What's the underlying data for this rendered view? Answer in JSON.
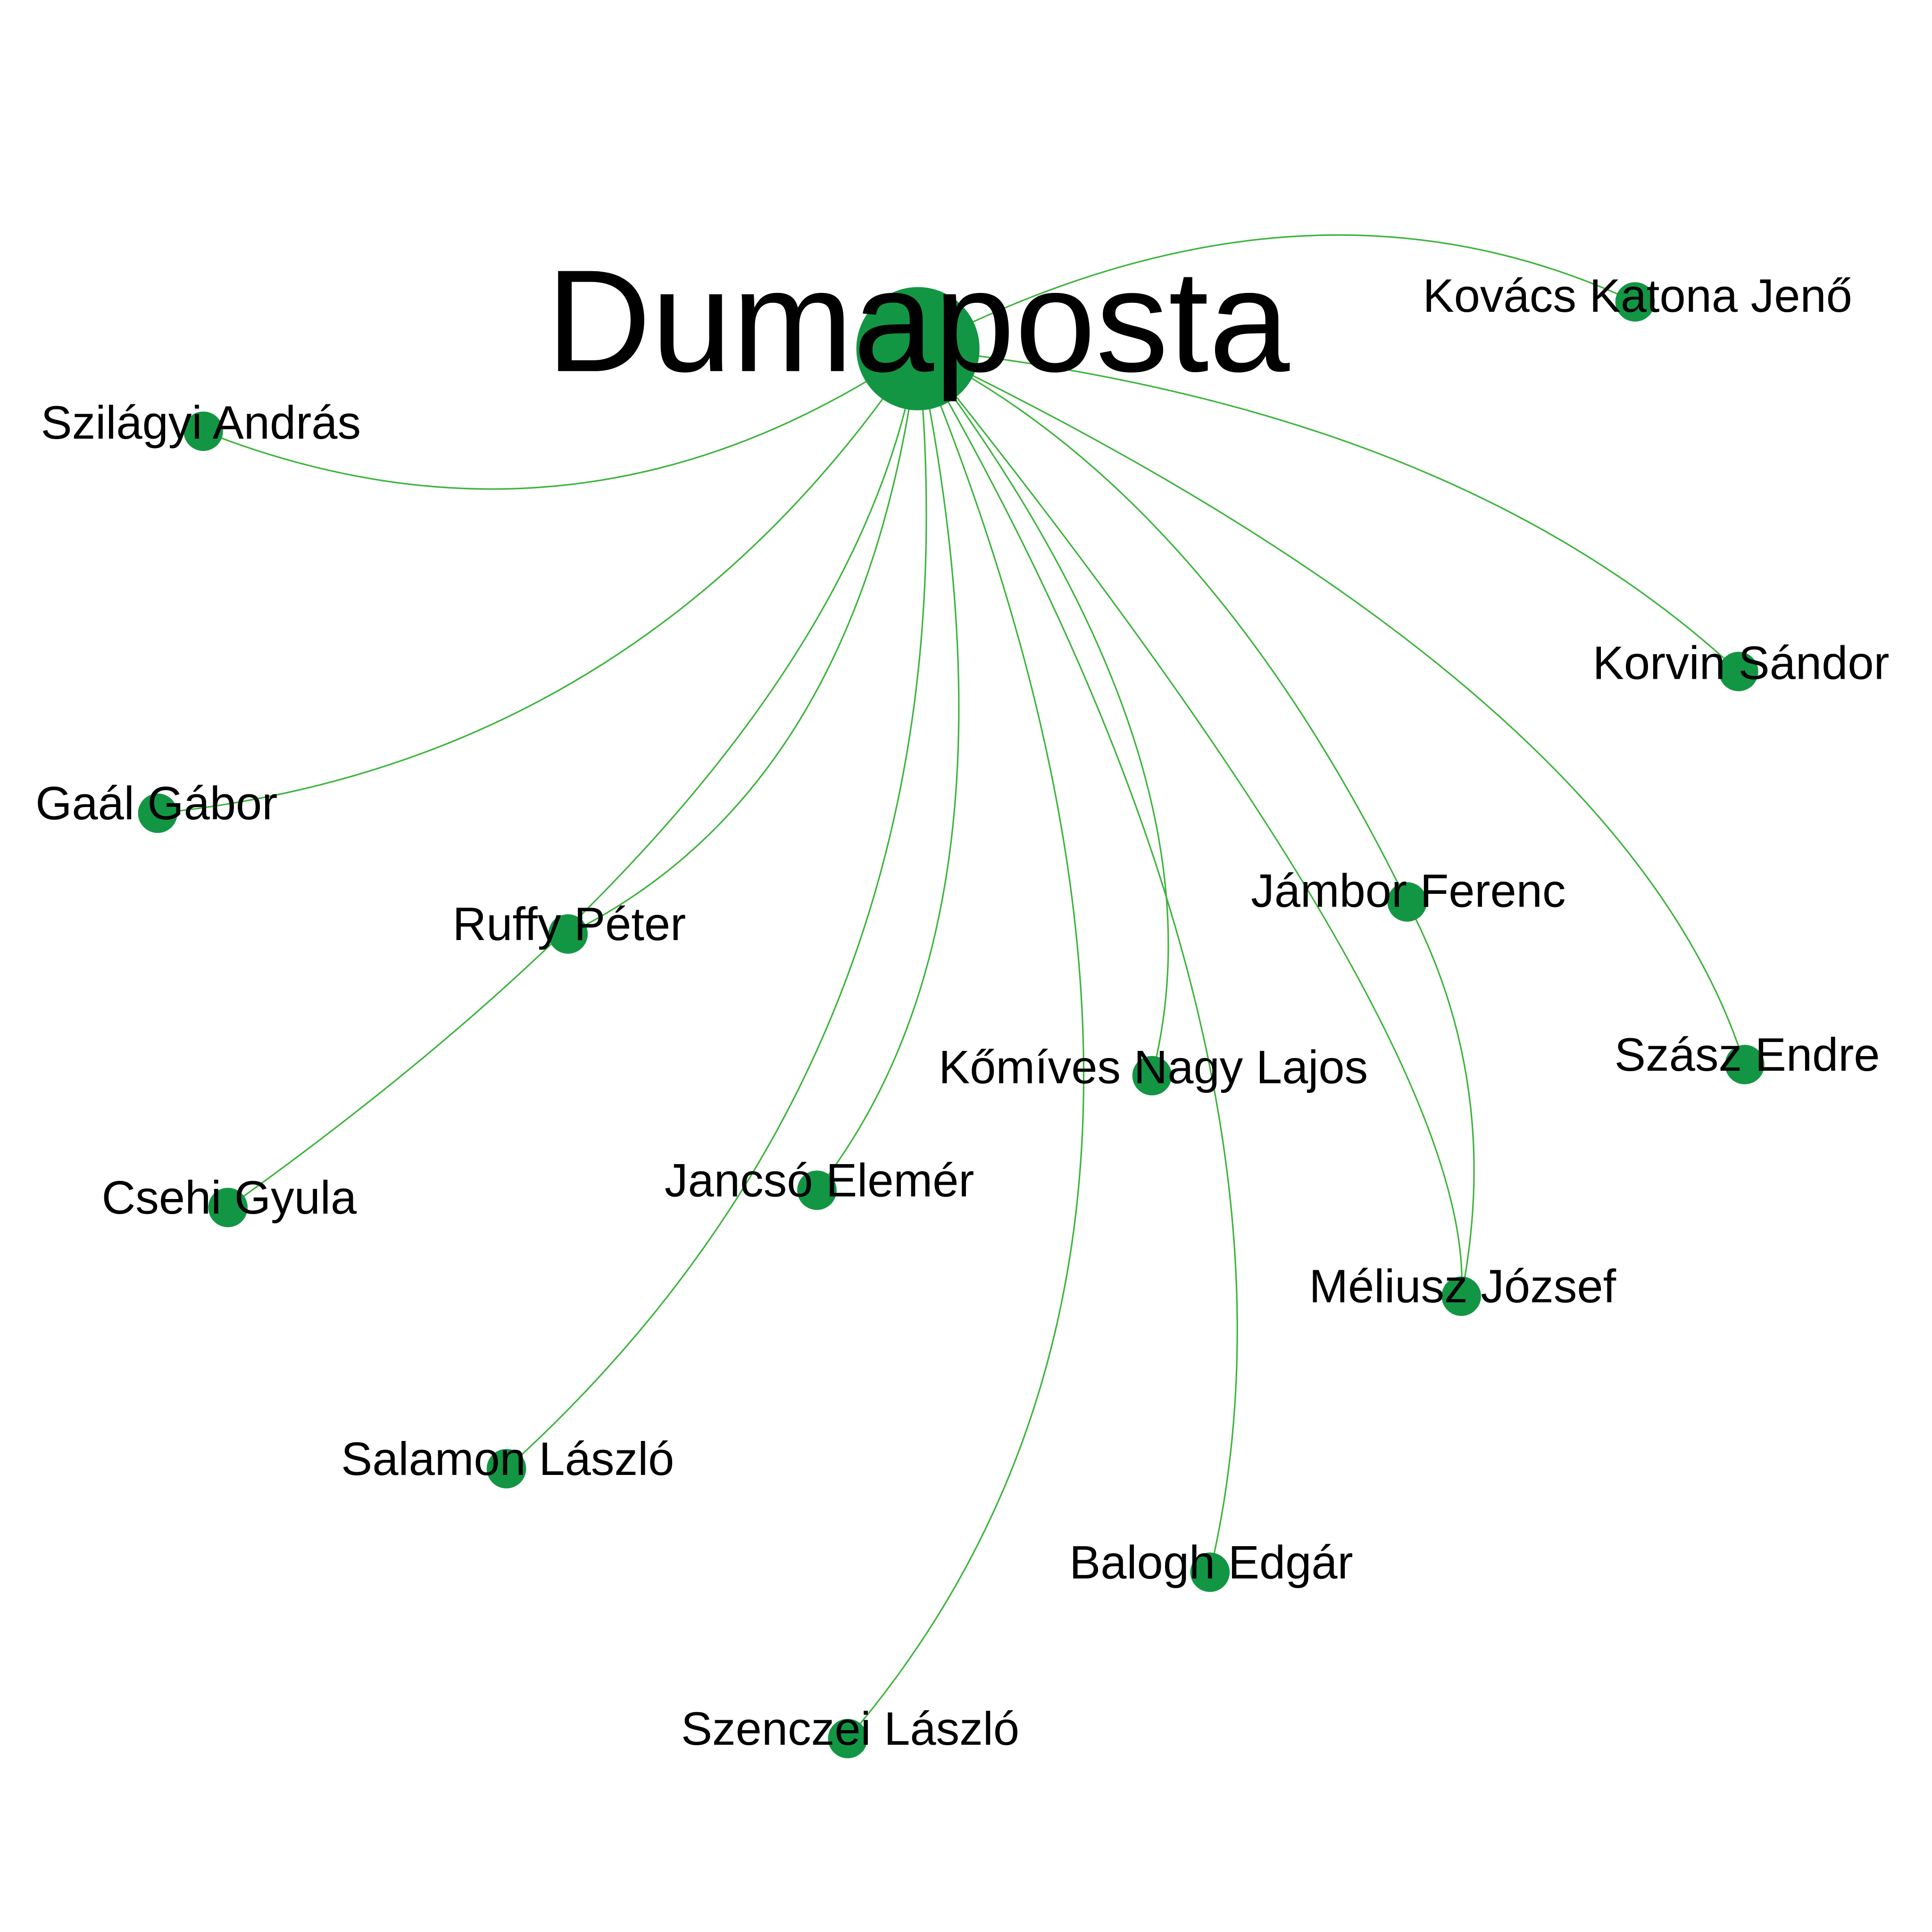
{
  "graph": {
    "node_color": "#139643",
    "edge_color": "#3cb43c",
    "center": {
      "id": "dumaposta",
      "label": "Dumaposta"
    },
    "nodes": [
      {
        "id": "kovacs-katona-jeno",
        "label": "Kovács Katona Jenő"
      },
      {
        "id": "szilagyi-andras",
        "label": "Szilágyi András"
      },
      {
        "id": "korvin-sandor",
        "label": "Korvin Sándor"
      },
      {
        "id": "gaal-gabor",
        "label": "Gaál Gábor"
      },
      {
        "id": "jambor-ferenc",
        "label": "Jámbor Ferenc"
      },
      {
        "id": "ruffy-peter",
        "label": "Ruffy Péter"
      },
      {
        "id": "szasz-endre",
        "label": "Szász Endre"
      },
      {
        "id": "komives-nagy-lajos",
        "label": "Kőmíves Nagy Lajos"
      },
      {
        "id": "jancso-elemer",
        "label": "Jancsó Elemér"
      },
      {
        "id": "csehi-gyula",
        "label": "Csehi Gyula"
      },
      {
        "id": "meliusz-jozsef",
        "label": "Méliusz József"
      },
      {
        "id": "salamon-laszlo",
        "label": "Salamon László"
      },
      {
        "id": "balogh-edgar",
        "label": "Balogh Edgár"
      },
      {
        "id": "szenczei-laszlo",
        "label": "Szenczei László"
      }
    ],
    "edges": [
      {
        "from": "dumaposta",
        "to": "kovacs-katona-jeno"
      },
      {
        "from": "dumaposta",
        "to": "szilagyi-andras"
      },
      {
        "from": "dumaposta",
        "to": "korvin-sandor"
      },
      {
        "from": "dumaposta",
        "to": "gaal-gabor"
      },
      {
        "from": "dumaposta",
        "to": "jambor-ferenc"
      },
      {
        "from": "dumaposta",
        "to": "ruffy-peter"
      },
      {
        "from": "dumaposta",
        "to": "szasz-endre"
      },
      {
        "from": "dumaposta",
        "to": "komives-nagy-lajos"
      },
      {
        "from": "dumaposta",
        "to": "jancso-elemer"
      },
      {
        "from": "dumaposta",
        "to": "csehi-gyula"
      },
      {
        "from": "dumaposta",
        "to": "meliusz-jozsef"
      },
      {
        "from": "dumaposta",
        "to": "salamon-laszlo"
      },
      {
        "from": "dumaposta",
        "to": "balogh-edgar"
      },
      {
        "from": "dumaposta",
        "to": "szenczei-laszlo"
      },
      {
        "from": "jambor-ferenc",
        "to": "meliusz-jozsef"
      }
    ]
  }
}
